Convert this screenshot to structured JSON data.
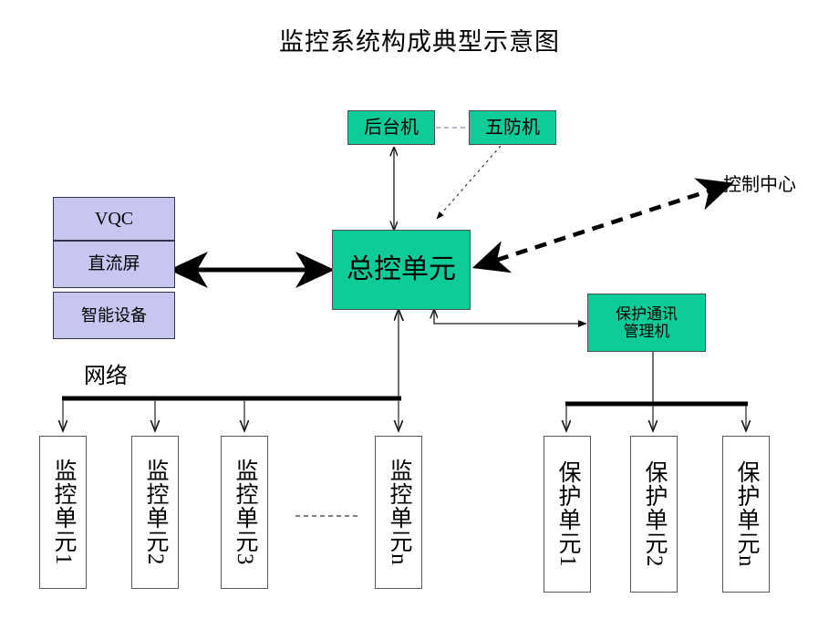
{
  "diagram": {
    "title": "监控系统构成典型示意图",
    "labels": {
      "control_center": "控制中心",
      "network": "网络"
    },
    "nodes": {
      "background_machine": "后台机",
      "five_prevention_machine": "五防机",
      "main_control_unit": "总控单元",
      "protection_comm_manager_line1": "保护通讯",
      "protection_comm_manager_line2": "管理机",
      "vqc": "VQC",
      "dc_panel": "直流屏",
      "smart_device": "智能设备"
    },
    "monitor_units": [
      {
        "text": "监控单元",
        "index": "1"
      },
      {
        "text": "监控单元",
        "index": "2"
      },
      {
        "text": "监控单元",
        "index": "3"
      },
      {
        "text": "监控单元",
        "index": "n"
      }
    ],
    "protection_units": [
      {
        "text": "保护单元",
        "index": "1"
      },
      {
        "text": "保护单元",
        "index": "2"
      },
      {
        "text": "保护单元",
        "index": "n"
      }
    ],
    "colors": {
      "green_fill": "#0ecb9a",
      "lavender_fill": "#c6c6f0",
      "white_fill": "#ffffff",
      "line": "#000000",
      "box_stroke": "#595959"
    }
  }
}
